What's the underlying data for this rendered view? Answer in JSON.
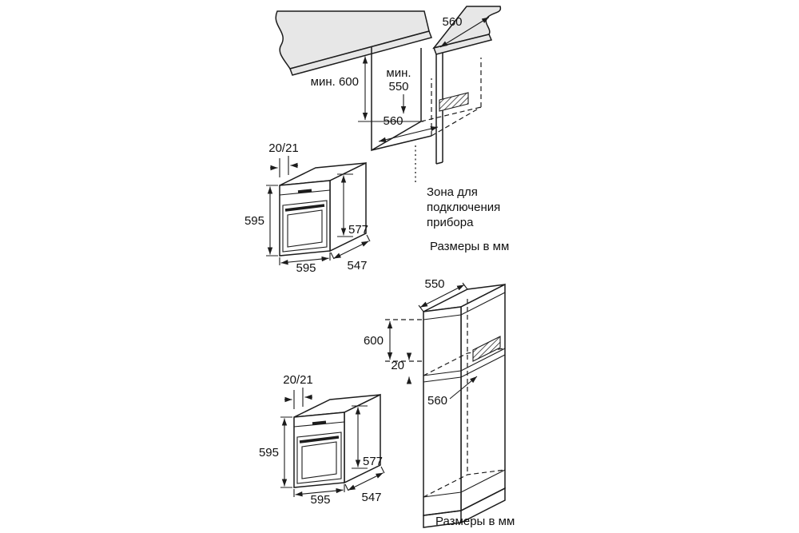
{
  "figure_top": {
    "dim_depth_top": "560",
    "dim_min_height": "мин. 600",
    "dim_min_depth_label": "мин.",
    "dim_min_depth_value": "550",
    "dim_niche_width": "560",
    "zone_line1": "Зона для",
    "zone_line2": "подключения",
    "zone_line3": "прибора",
    "units": "Размеры в мм",
    "oven": {
      "front_gap": "20/21",
      "height": "595",
      "body_height": "577",
      "width": "595",
      "depth": "547"
    }
  },
  "figure_bottom": {
    "dim_depth_top": "550",
    "dim_niche_height": "600",
    "dim_rear_gap": "20",
    "dim_niche_width": "560",
    "units": "Размеры в мм",
    "oven": {
      "front_gap": "20/21",
      "height": "595",
      "body_height": "577",
      "width": "595",
      "depth": "547"
    }
  }
}
